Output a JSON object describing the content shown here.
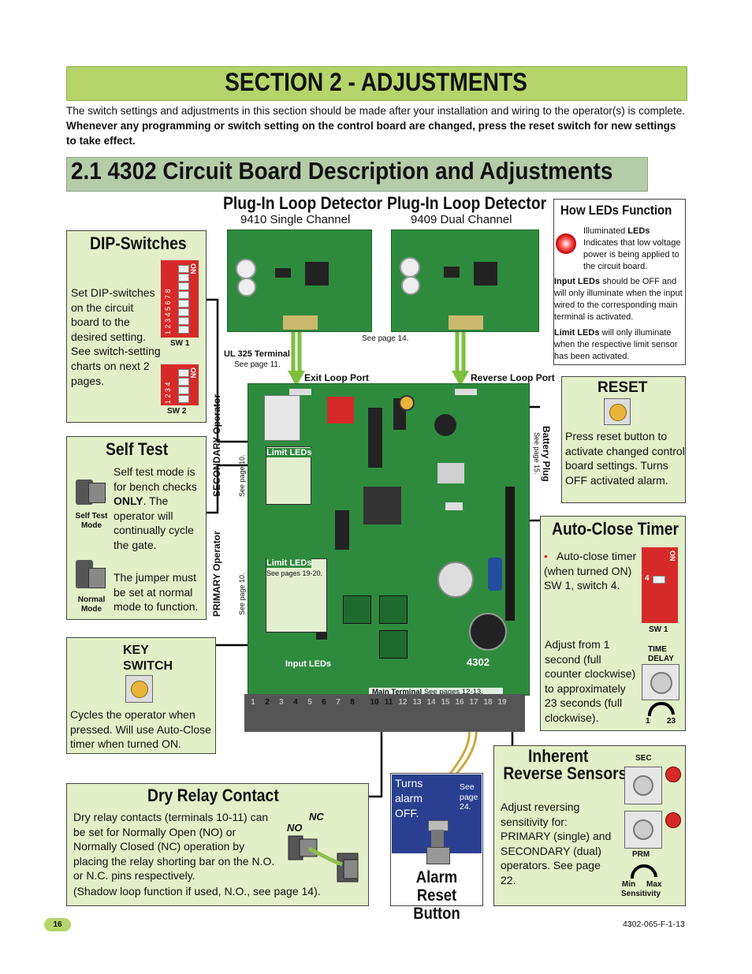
{
  "section": {
    "title": "SECTION 2 - ADJUSTMENTS",
    "intro_plain": "The switch settings and adjustments in this section should be made after your installation and wiring to the operator(s) is complete. ",
    "intro_bold": "Whenever any programming or switch setting on the control board are changed, press the reset switch for new settings to take effect."
  },
  "subsection": {
    "title": "2.1 4302 Circuit Board Description and Adjustments"
  },
  "plugin_single": {
    "title": "Plug-In Loop Detector",
    "subtitle": "9410 Single Channel"
  },
  "plugin_dual": {
    "title": "Plug-In Loop Detector",
    "subtitle": "9409 Dual Channel"
  },
  "see_page_14": "See page 14.",
  "leds": {
    "title": "How LEDs Function",
    "illuminated_a": "Illuminated ",
    "illuminated_b": "LEDs",
    "illuminated_c": "Indicates that low voltage power is being applied to the circuit board.",
    "input_a": "Input LEDs",
    "input_b": " should be OFF and will only illuminate when the input wired to the corresponding main terminal is activated.",
    "limit_a": "Limit LEDs",
    "limit_b": " will only illuminate when the respective limit sensor has been activated."
  },
  "dip": {
    "title": "DIP-Switches",
    "body": "Set DIP-switches on the circuit board to the desired setting. See switch-setting charts on next 2 pages.",
    "sw1": "SW 1",
    "sw2": "SW 2",
    "on": "ON",
    "sw1_nums": "1 2 3 4 5 6 7 8",
    "sw2_nums": "1 2 3 4"
  },
  "ul325": {
    "label": "UL 325 Terminal",
    "see": "See page 11."
  },
  "exit_loop": "Exit Loop Port",
  "reverse_loop": "Reverse Loop Port",
  "reset": {
    "title": "RESET",
    "body": "Press reset button to activate changed control board settings. Turns OFF activated alarm."
  },
  "battery": {
    "label": "Battery Plug",
    "see": "See page 15."
  },
  "self_test": {
    "title": "Self Test",
    "body_a": "Self test mode is for bench checks ",
    "body_b": "ONLY",
    "body_c": ". The operator will continually cycle the gate.",
    "body2": "The jumper must be set at normal mode to function.",
    "mode1": "Self Test Mode",
    "mode2": "Normal Mode"
  },
  "secondary": {
    "label": "SECONDARY Operator",
    "see": "See page 10."
  },
  "primary": {
    "label": "PRIMARY Operator",
    "see": "See page 10."
  },
  "limit_leds": "Limit LEDs",
  "see_pages_19_20": "See pages 19-20.",
  "input_leds": "Input LEDs",
  "main_terminal": {
    "label": "Main Terminal",
    "see": "See pages 12-13."
  },
  "terminals": [
    "1",
    "2",
    "3",
    "4",
    "5",
    "6",
    "7",
    "8",
    "",
    "10",
    "11",
    "12",
    "13",
    "14",
    "15",
    "16",
    "17",
    "18",
    "19"
  ],
  "board_id": "4302",
  "auto_close": {
    "title": "Auto-Close Timer",
    "bullet": "Auto-close timer (when turned ON) SW 1, switch 4.",
    "adjust": "Adjust from 1 second (full counter clockwise) to approximately 23 seconds (full clockwise).",
    "sw1": "SW 1",
    "on": "ON",
    "switch_num": "4",
    "time_delay": "TIME DELAY",
    "min": "1",
    "max": "23"
  },
  "key_switch": {
    "title_1": "KEY",
    "title_2": "SWITCH",
    "body": "Cycles the operator when pressed. Will use Auto-Close timer when turned ON."
  },
  "inherent": {
    "title_1": "Inherent",
    "title_2": "Reverse Sensors",
    "body": "Adjust reversing sensitivity for: PRIMARY (single) and SECONDARY (dual) operators. See page 22.",
    "sec": "SEC",
    "prm": "PRM",
    "min": "Min",
    "max": "Max",
    "sensitivity": "Sensitivity"
  },
  "dry_relay": {
    "title": "Dry Relay Contact",
    "body": "Dry relay contacts (terminals 10-11) can be set for Normally Open (NO) or Normally Closed (NC) operation by placing the relay shorting bar on the N.O. or N.C. pins respectively.",
    "body2": "(Shadow loop function if used, N.O., see page 14).",
    "no": "NO",
    "nc": "NC"
  },
  "alarm": {
    "turns": "Turns alarm OFF.",
    "see": "See page 24.",
    "title_1": "Alarm Reset",
    "title_2": "Button"
  },
  "footer": {
    "page": "16",
    "doc_id": "4302-065-F-1-13"
  },
  "colors": {
    "section_green": "#b5d56a",
    "sub_green": "#b4cca8",
    "panel_green": "#e3efc8",
    "pcb_green": "#2e8b3e",
    "dip_red": "#d62a2a"
  }
}
